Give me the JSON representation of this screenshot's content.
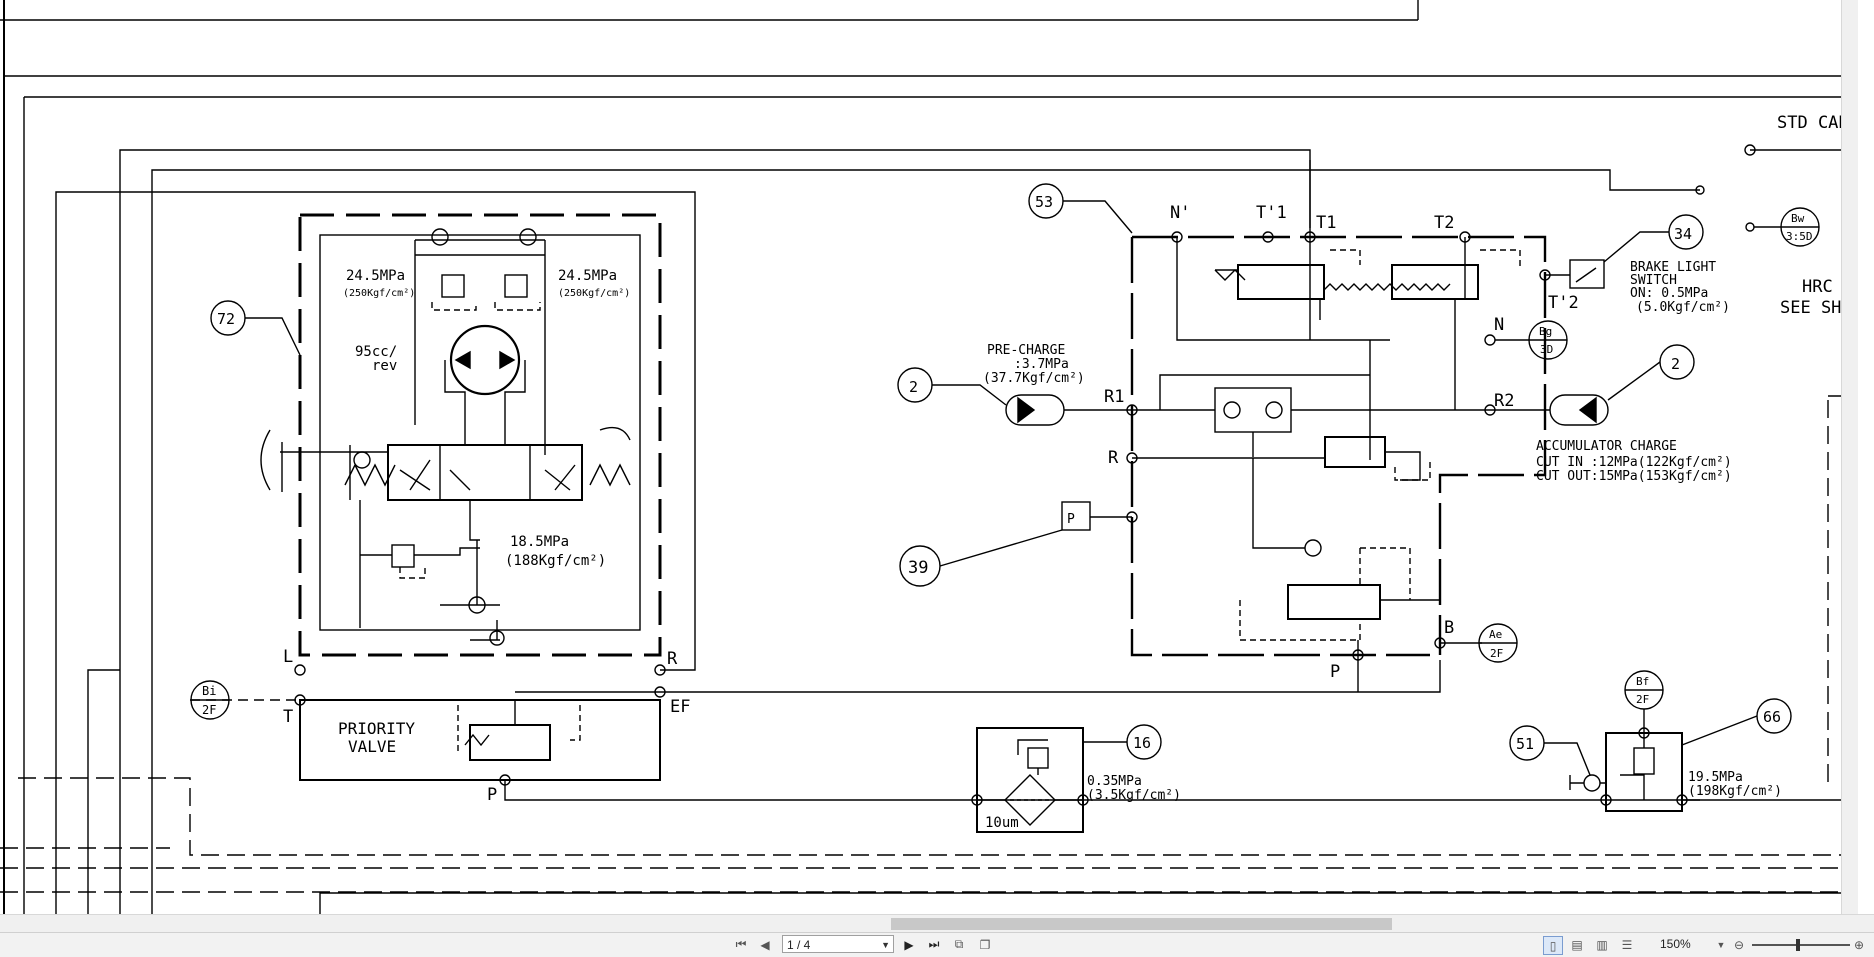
{
  "drawing": {
    "texts": {
      "std_cab": "STD CAB",
      "hrc_line1": "HRC OI",
      "hrc_line2": "SEE SHE",
      "brake_line1": "BRAKE LIGHT",
      "brake_line2": "SWITCH",
      "brake_line3": "ON: 0.5MPa",
      "brake_line4": "(5.0Kgf/cm²)",
      "precharge_line1": "PRE-CHARGE",
      "precharge_line2": ":3.7MPa",
      "precharge_line3": "(37.7Kgf/cm²)",
      "acc_line1": "ACCUMULATOR CHARGE",
      "acc_line2": "CUT IN :12MPa(122Kgf/cm²)",
      "acc_line3": "CUT OUT:15MPa(153Kgf/cm²)",
      "relief_l_line1": "24.5MPa",
      "relief_l_line2": "(250Kgf/cm²)",
      "relief_r_line1": "24.5MPa",
      "relief_r_line2": "(250Kgf/cm²)",
      "motor_line1": "95cc/",
      "motor_line2": "rev",
      "relief185_line1": "18.5MPa",
      "relief185_line2": "(188Kgf/cm²)",
      "priority_line1": "PRIORITY",
      "priority_line2": "VALVE",
      "filter_line1": "0.35MPa",
      "filter_line2": "(3.5Kgf/cm²)",
      "filter_um": "10um",
      "valve66_line1": "19.5MPa",
      "valve66_line2": "(198Kgf/cm²)",
      "port_L": "L",
      "port_R": "R",
      "port_T": "T",
      "port_EF": "EF",
      "port_P": "P",
      "port_N_prime": "N'",
      "port_T_prime1": "T'1",
      "port_T1": "T1",
      "port_T2": "T2",
      "port_T_prime2": "T'2",
      "port_N": "N",
      "port_R1": "R1",
      "port_R2": "R2",
      "port_B": "B",
      "port_P2": "P",
      "p_box": "P"
    },
    "callouts": [
      "72",
      "53",
      "34",
      "2",
      "2",
      "39",
      "16",
      "51",
      "66"
    ],
    "refs": {
      "bw": {
        "top": "Bw",
        "bottom": "3:5D"
      },
      "bg": {
        "top": "Bg",
        "bottom": "3D"
      },
      "ae": {
        "top": "Ae",
        "bottom": "2F"
      },
      "bi": {
        "top": "Bi",
        "bottom": "2F"
      },
      "bf": {
        "top": "Bf",
        "bottom": "2F"
      }
    }
  },
  "toolbar": {
    "page_indicator": "1 / 4",
    "zoom_level": "150%",
    "first_page_icon": "first-page-icon",
    "prev_page_icon": "prev-page-icon",
    "next_page_icon": "next-page-icon",
    "last_page_icon": "last-page-icon"
  },
  "colors": {
    "ink": "#000000",
    "toolbar_bg": "#f2f2f2",
    "scroll_thumb": "#c8c8c8"
  }
}
